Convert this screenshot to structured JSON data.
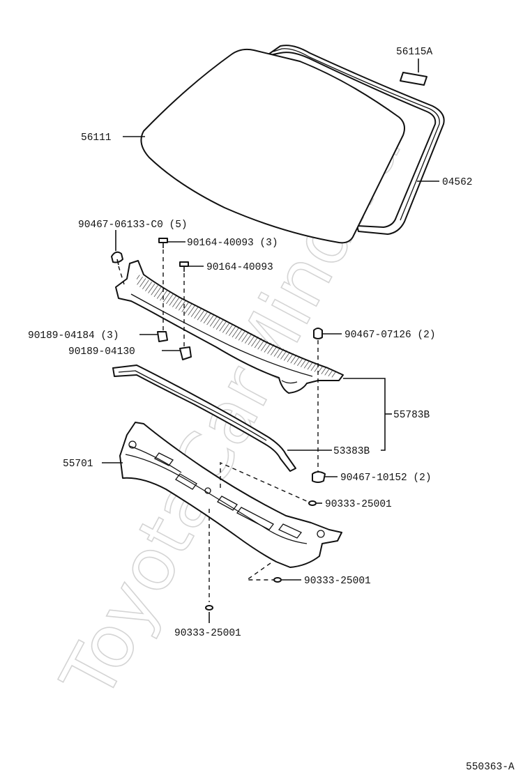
{
  "watermark": "ToyotaCarMind.ru",
  "diagram_code": "550363-A",
  "labels": {
    "p56115A": "56115A",
    "p56111": "56111",
    "p04562": "04562",
    "p90467_06133": "90467-06133-C0 (5)",
    "p90164_40093_3": "90164-40093 (3)",
    "p90164_40093": "90164-40093",
    "p90189_04184": "90189-04184 (3)",
    "p90189_04130": "90189-04130",
    "p90467_07126": "90467-07126 (2)",
    "p55783B": "55783B",
    "p53383B": "53383B",
    "p55701": "55701",
    "p90467_10152": "90467-10152 (2)",
    "p90333_a": "90333-25001",
    "p90333_b": "90333-25001",
    "p90333_c": "90333-25001"
  }
}
